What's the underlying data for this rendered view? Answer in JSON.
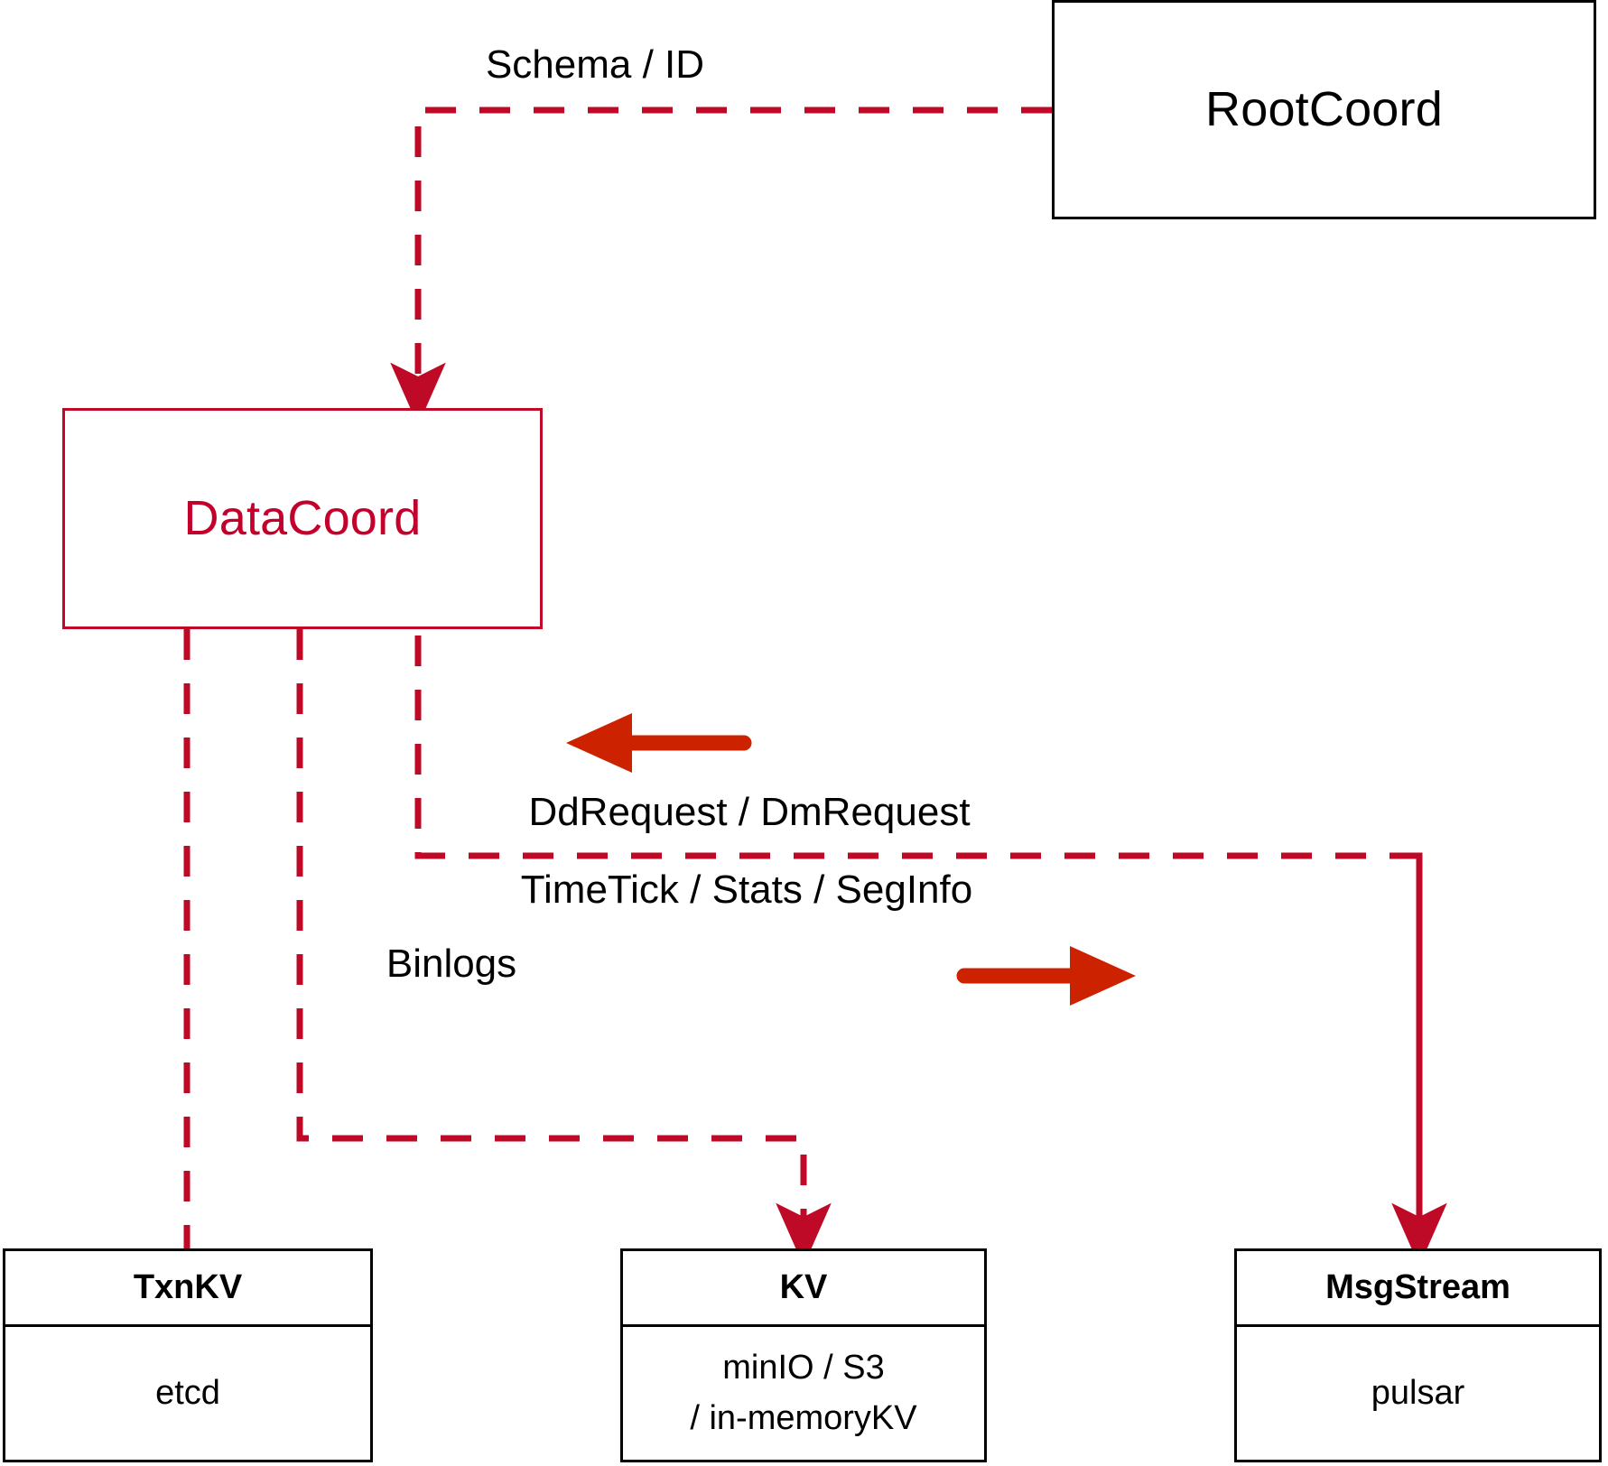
{
  "diagram": {
    "title": "DataCoord component relations",
    "colors": {
      "accent_red": "#BE0A26",
      "accent_text": "#C3002B",
      "solid_arrow_red": "#CC2200",
      "node_border": "#000000",
      "background": "#FFFFFF"
    },
    "nodes": {
      "rootcoord": {
        "label": "RootCoord"
      },
      "datacoord": {
        "label": "DataCoord"
      },
      "txnkv": {
        "title": "TxnKV",
        "impl_line1": "etcd"
      },
      "kv": {
        "title": "KV",
        "impl_line1": "minIO / S3",
        "impl_line2": "/ in-memoryKV"
      },
      "msgstream": {
        "title": "MsgStream",
        "impl_line1": "pulsar"
      }
    },
    "edge_labels": {
      "schema_id": "Schema / ID",
      "dd_dm_request": "DdRequest / DmRequest",
      "timetick_stats_seginfo": "TimeTick / Stats / SegInfo",
      "binlogs": "Binlogs"
    },
    "edges": [
      {
        "name": "rootcoord-to-datacoord",
        "from": "RootCoord",
        "to": "DataCoord",
        "label": "Schema / ID",
        "style": "dashed",
        "arrow": "to"
      },
      {
        "name": "datacoord-to-txnkv",
        "from": "DataCoord",
        "to": "TxnKV",
        "label": "",
        "style": "dashed",
        "arrow": "none"
      },
      {
        "name": "datacoord-to-kv",
        "from": "DataCoord",
        "to": "KV",
        "label": "Binlogs",
        "style": "dashed",
        "arrow": "to"
      },
      {
        "name": "msgstream-to-datacoord",
        "from": "MsgStream",
        "to": "DataCoord",
        "label": "DdRequest / DmRequest",
        "style": "dashed",
        "arrow": "to"
      },
      {
        "name": "datacoord-to-msgstream",
        "from": "DataCoord",
        "to": "MsgStream",
        "label": "TimeTick / Stats / SegInfo",
        "style": "dashed",
        "arrow": "to"
      }
    ],
    "direction_markers": [
      {
        "name": "inbound-direction-arrow",
        "direction": "left",
        "meaning": "DdRequest / DmRequest flows toward DataCoord"
      },
      {
        "name": "outbound-direction-arrow",
        "direction": "right",
        "meaning": "TimeTick / Stats / SegInfo flows toward MsgStream"
      }
    ]
  }
}
